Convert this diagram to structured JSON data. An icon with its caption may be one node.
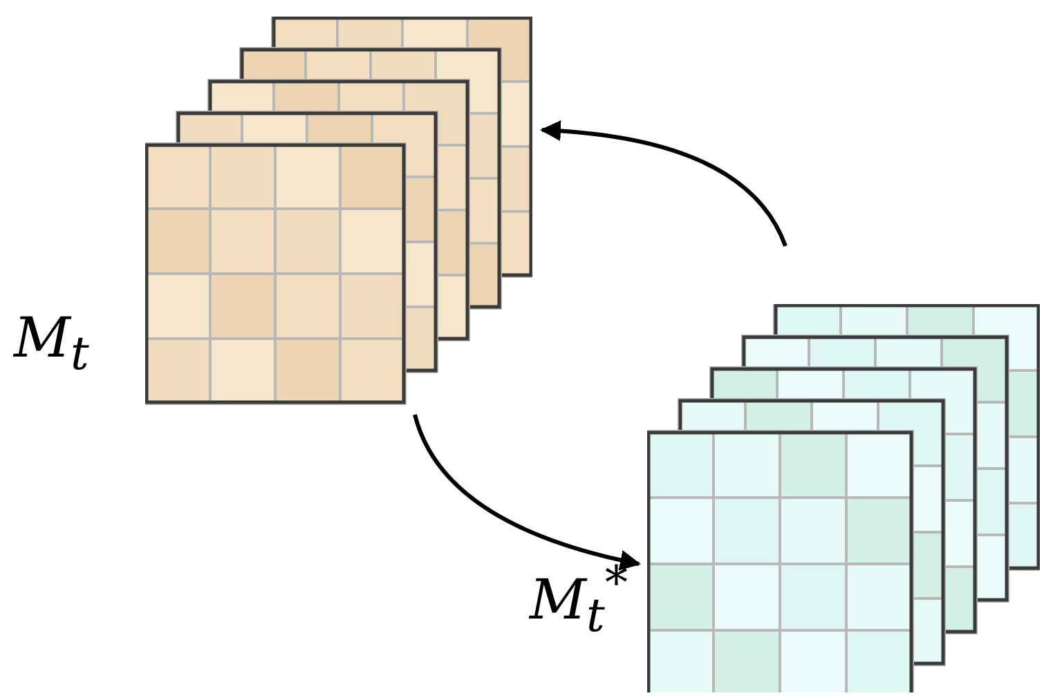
{
  "diagram": {
    "nodes": [
      {
        "text": [
          "M$_{t}$"
        ]
      },
      {
        "text": [
          "M$_{t}$$^{*}$"
        ]
      }
    ],
    "edges": [
      {
        "from": 0,
        "to": 1,
        "arrow": "to"
      },
      {
        "from": 1,
        "to": 0,
        "arrow": "to"
      }
    ]
  }
}
